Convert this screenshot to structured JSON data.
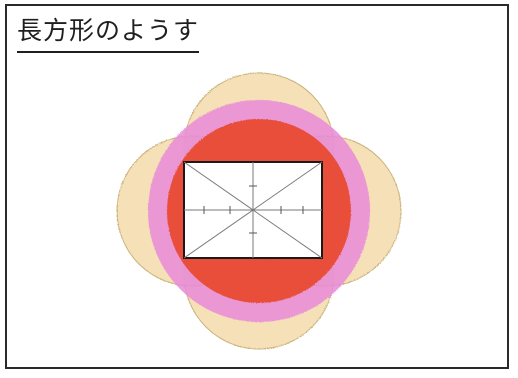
{
  "title": "長方形のようす",
  "colors": {
    "outer_petals": "#f3d6a0",
    "pink_ring": "#e476d4",
    "red_disc": "#e8472b",
    "rectangle_fill": "#ffffff",
    "rectangle_stroke": "#1a1a1a",
    "diagonals": "#7a7a7a",
    "frame": "#2a2a2a"
  },
  "shapes": {
    "petals": "four-overlapping-circles",
    "rings": [
      "pink-ring",
      "red-disc"
    ],
    "center": "rectangle-with-diagonals-and-axes"
  }
}
